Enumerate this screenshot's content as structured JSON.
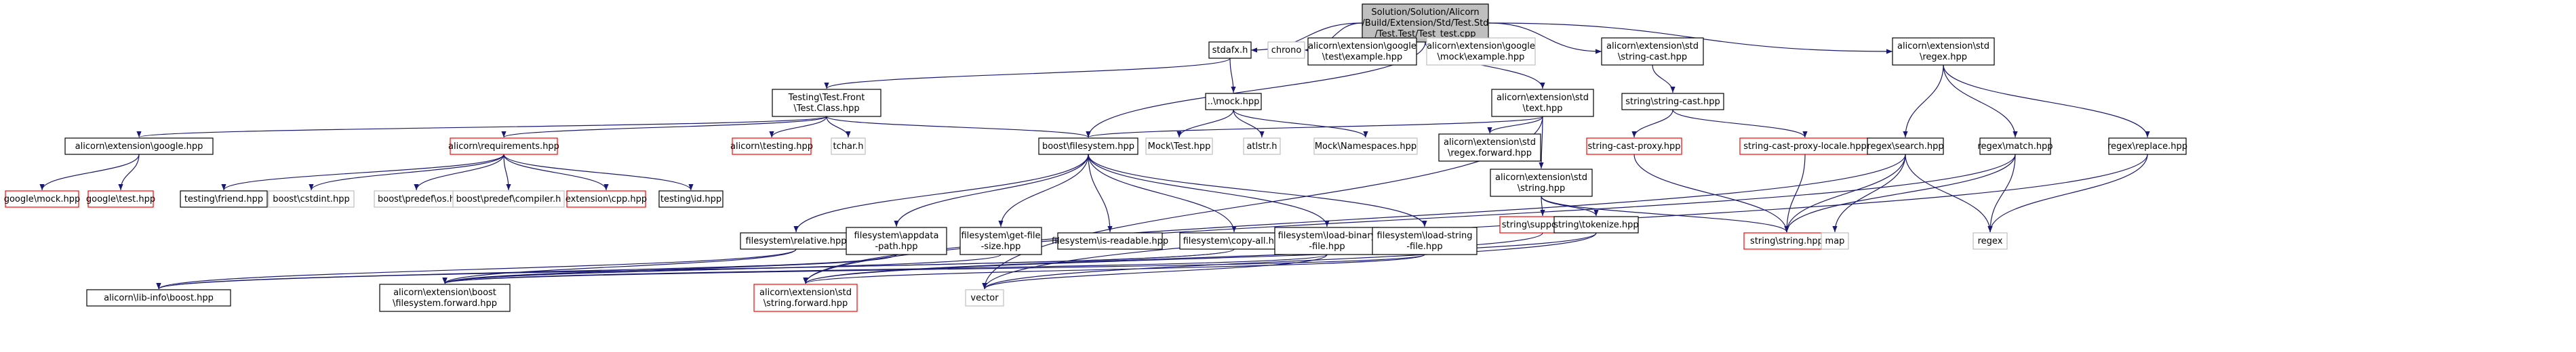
{
  "colors": {
    "edge": "#191970",
    "root_fill": "#bfbfbf",
    "missing_border": "#ff0000",
    "external_border": "#bfbfbf",
    "normal_border": "#000000"
  },
  "nodes": [
    {
      "id": "root",
      "kind": "root",
      "lines": [
        "Solution/Solution/Alicorn",
        "/Build/Extension/Std/Test.Std",
        "/Test.Test/Test_test.cpp"
      ]
    },
    {
      "id": "stdafx",
      "kind": "normal",
      "lines": [
        "stdafx.h"
      ]
    },
    {
      "id": "chrono",
      "kind": "gray",
      "lines": [
        "chrono"
      ]
    },
    {
      "id": "google_test_example",
      "kind": "normal",
      "lines": [
        "alicorn\\extension\\google",
        "\\test\\example.hpp"
      ]
    },
    {
      "id": "google_mock_example",
      "kind": "gray",
      "lines": [
        "alicorn\\extension\\google",
        "\\mock\\example.hpp"
      ]
    },
    {
      "id": "string_cast",
      "kind": "normal",
      "lines": [
        "alicorn\\extension\\std",
        "\\string-cast.hpp"
      ]
    },
    {
      "id": "regex",
      "kind": "normal",
      "lines": [
        "alicorn\\extension\\std",
        "\\regex.hpp"
      ]
    },
    {
      "id": "testing_front",
      "kind": "normal",
      "lines": [
        "Testing\\Test.Front",
        "\\Test.Class.hpp"
      ]
    },
    {
      "id": "mock_hpp",
      "kind": "normal",
      "lines": [
        "..\\mock.hpp"
      ]
    },
    {
      "id": "std_text",
      "kind": "normal",
      "lines": [
        "alicorn\\extension\\std",
        "\\text.hpp"
      ]
    },
    {
      "id": "string_string_cast",
      "kind": "normal",
      "lines": [
        "string\\string-cast.hpp"
      ]
    },
    {
      "id": "alicorn_google",
      "kind": "normal",
      "lines": [
        "alicorn\\extension\\google.hpp"
      ]
    },
    {
      "id": "requirements",
      "kind": "red",
      "lines": [
        "alicorn\\requirements.hpp"
      ]
    },
    {
      "id": "alicorn_testing",
      "kind": "red",
      "lines": [
        "alicorn\\testing.hpp"
      ]
    },
    {
      "id": "tchar",
      "kind": "gray",
      "lines": [
        "tchar.h"
      ]
    },
    {
      "id": "boost_filesystem",
      "kind": "normal",
      "lines": [
        "boost\\filesystem.hpp"
      ]
    },
    {
      "id": "mock_test",
      "kind": "gray",
      "lines": [
        "Mock\\Test.hpp"
      ]
    },
    {
      "id": "atlstr",
      "kind": "gray",
      "lines": [
        "atlstr.h"
      ]
    },
    {
      "id": "mock_namespaces",
      "kind": "gray",
      "lines": [
        "Mock\\Namespaces.hpp"
      ]
    },
    {
      "id": "std_regex_forward",
      "kind": "normal",
      "lines": [
        "alicorn\\extension\\std",
        "\\regex.forward.hpp"
      ]
    },
    {
      "id": "std_string",
      "kind": "normal",
      "lines": [
        "alicorn\\extension\\std",
        "\\string.hpp"
      ]
    },
    {
      "id": "string_cast_proxy",
      "kind": "red",
      "lines": [
        "string-cast-proxy.hpp"
      ]
    },
    {
      "id": "string_cast_proxy_locale",
      "kind": "red",
      "lines": [
        "string-cast-proxy-locale.hpp"
      ]
    },
    {
      "id": "regex_search",
      "kind": "normal",
      "lines": [
        "regex\\search.hpp"
      ]
    },
    {
      "id": "regex_match",
      "kind": "normal",
      "lines": [
        "regex\\match.hpp"
      ]
    },
    {
      "id": "regex_replace",
      "kind": "normal",
      "lines": [
        "regex\\replace.hpp"
      ]
    },
    {
      "id": "google_mock",
      "kind": "red",
      "lines": [
        "google\\mock.hpp"
      ]
    },
    {
      "id": "google_test",
      "kind": "red",
      "lines": [
        "google\\test.hpp"
      ]
    },
    {
      "id": "testing_friend",
      "kind": "normal",
      "lines": [
        "testing\\friend.hpp"
      ]
    },
    {
      "id": "boost_cstdint",
      "kind": "gray",
      "lines": [
        "boost\\cstdint.hpp"
      ]
    },
    {
      "id": "boost_predef_os",
      "kind": "gray",
      "lines": [
        "boost\\predef\\os.h"
      ]
    },
    {
      "id": "boost_predef_compiler",
      "kind": "gray",
      "lines": [
        "boost\\predef\\compiler.h"
      ]
    },
    {
      "id": "extension_cpp",
      "kind": "red",
      "lines": [
        "extension\\cpp.hpp"
      ]
    },
    {
      "id": "testing_id",
      "kind": "normal",
      "lines": [
        "testing\\id.hpp"
      ]
    },
    {
      "id": "fs_relative",
      "kind": "normal",
      "lines": [
        "filesystem\\relative.hpp"
      ]
    },
    {
      "id": "fs_appdata",
      "kind": "normal",
      "lines": [
        "filesystem\\appdata",
        "-path.hpp"
      ]
    },
    {
      "id": "fs_getfilesize",
      "kind": "normal",
      "lines": [
        "filesystem\\get-file",
        "-size.hpp"
      ]
    },
    {
      "id": "fs_isreadable",
      "kind": "normal",
      "lines": [
        "filesystem\\is-readable.hpp"
      ]
    },
    {
      "id": "fs_copyall",
      "kind": "normal",
      "lines": [
        "filesystem\\copy-all.hpp"
      ]
    },
    {
      "id": "fs_loadbinary",
      "kind": "normal",
      "lines": [
        "filesystem\\load-binary",
        "-file.hpp"
      ]
    },
    {
      "id": "fs_loadstring",
      "kind": "normal",
      "lines": [
        "filesystem\\load-string",
        "-file.hpp"
      ]
    },
    {
      "id": "string_support",
      "kind": "red",
      "lines": [
        "string\\support.hpp"
      ]
    },
    {
      "id": "string_tokenize",
      "kind": "normal",
      "lines": [
        "string\\tokenize.hpp"
      ]
    },
    {
      "id": "string_string",
      "kind": "red",
      "lines": [
        "string\\string.hpp"
      ]
    },
    {
      "id": "map",
      "kind": "gray",
      "lines": [
        "map"
      ]
    },
    {
      "id": "regex_std",
      "kind": "gray",
      "lines": [
        "regex"
      ]
    },
    {
      "id": "lib_info_boost",
      "kind": "normal",
      "lines": [
        "alicorn\\lib-info\\boost.hpp"
      ]
    },
    {
      "id": "boost_fs_forward",
      "kind": "normal",
      "lines": [
        "alicorn\\extension\\boost",
        "\\filesystem.forward.hpp"
      ]
    },
    {
      "id": "vector",
      "kind": "gray",
      "lines": [
        "vector"
      ]
    },
    {
      "id": "std_string_forward",
      "kind": "red",
      "lines": [
        "alicorn\\extension\\std",
        "\\string.forward.hpp"
      ]
    }
  ],
  "edges": [
    [
      "root",
      "stdafx"
    ],
    [
      "root",
      "chrono"
    ],
    [
      "root",
      "google_test_example"
    ],
    [
      "root",
      "google_mock_example"
    ],
    [
      "root",
      "string_cast"
    ],
    [
      "root",
      "regex"
    ],
    [
      "root",
      "std_text"
    ],
    [
      "root",
      "boost_filesystem"
    ],
    [
      "stdafx",
      "testing_front"
    ],
    [
      "stdafx",
      "mock_hpp"
    ],
    [
      "testing_front",
      "alicorn_google"
    ],
    [
      "testing_front",
      "requirements"
    ],
    [
      "testing_front",
      "alicorn_testing"
    ],
    [
      "testing_front",
      "tchar"
    ],
    [
      "testing_front",
      "boost_filesystem"
    ],
    [
      "mock_hpp",
      "mock_test"
    ],
    [
      "mock_hpp",
      "atlstr"
    ],
    [
      "mock_hpp",
      "mock_namespaces"
    ],
    [
      "std_text",
      "boost_filesystem"
    ],
    [
      "std_text",
      "std_regex_forward"
    ],
    [
      "std_text",
      "std_string"
    ],
    [
      "std_text",
      "vector"
    ],
    [
      "string_cast",
      "string_string_cast"
    ],
    [
      "string_string_cast",
      "string_cast_proxy"
    ],
    [
      "string_string_cast",
      "string_cast_proxy_locale"
    ],
    [
      "regex",
      "regex_search"
    ],
    [
      "regex",
      "regex_match"
    ],
    [
      "regex",
      "regex_replace"
    ],
    [
      "alicorn_google",
      "google_mock"
    ],
    [
      "alicorn_google",
      "google_test"
    ],
    [
      "requirements",
      "testing_friend"
    ],
    [
      "requirements",
      "boost_cstdint"
    ],
    [
      "requirements",
      "boost_predef_os"
    ],
    [
      "requirements",
      "boost_predef_compiler"
    ],
    [
      "requirements",
      "extension_cpp"
    ],
    [
      "requirements",
      "testing_id"
    ],
    [
      "boost_filesystem",
      "fs_relative"
    ],
    [
      "boost_filesystem",
      "fs_appdata"
    ],
    [
      "boost_filesystem",
      "fs_getfilesize"
    ],
    [
      "boost_filesystem",
      "fs_isreadable"
    ],
    [
      "boost_filesystem",
      "fs_copyall"
    ],
    [
      "boost_filesystem",
      "fs_loadbinary"
    ],
    [
      "boost_filesystem",
      "fs_loadstring"
    ],
    [
      "fs_relative",
      "lib_info_boost"
    ],
    [
      "fs_relative",
      "boost_fs_forward"
    ],
    [
      "fs_appdata",
      "lib_info_boost"
    ],
    [
      "fs_appdata",
      "boost_fs_forward"
    ],
    [
      "fs_getfilesize",
      "boost_fs_forward"
    ],
    [
      "fs_copyall",
      "lib_info_boost"
    ],
    [
      "fs_copyall",
      "boost_fs_forward"
    ],
    [
      "fs_loadbinary",
      "boost_fs_forward"
    ],
    [
      "fs_loadbinary",
      "vector"
    ],
    [
      "fs_loadstring",
      "boost_fs_forward"
    ],
    [
      "fs_loadstring",
      "std_string_forward"
    ],
    [
      "std_string",
      "string_support"
    ],
    [
      "std_string",
      "string_tokenize"
    ],
    [
      "std_string",
      "string_string"
    ],
    [
      "string_support",
      "std_string_forward"
    ],
    [
      "string_tokenize",
      "std_string_forward"
    ],
    [
      "string_tokenize",
      "vector"
    ],
    [
      "string_cast_proxy",
      "string_string"
    ],
    [
      "string_cast_proxy_locale",
      "string_string"
    ],
    [
      "regex_search",
      "string_string"
    ],
    [
      "regex_search",
      "map"
    ],
    [
      "regex_search",
      "regex_std"
    ],
    [
      "regex_search",
      "std_string_forward"
    ],
    [
      "regex_match",
      "string_string"
    ],
    [
      "regex_match",
      "regex_std"
    ],
    [
      "regex_match",
      "std_string_forward"
    ],
    [
      "regex_replace",
      "regex_std"
    ],
    [
      "regex_replace",
      "vector"
    ]
  ]
}
